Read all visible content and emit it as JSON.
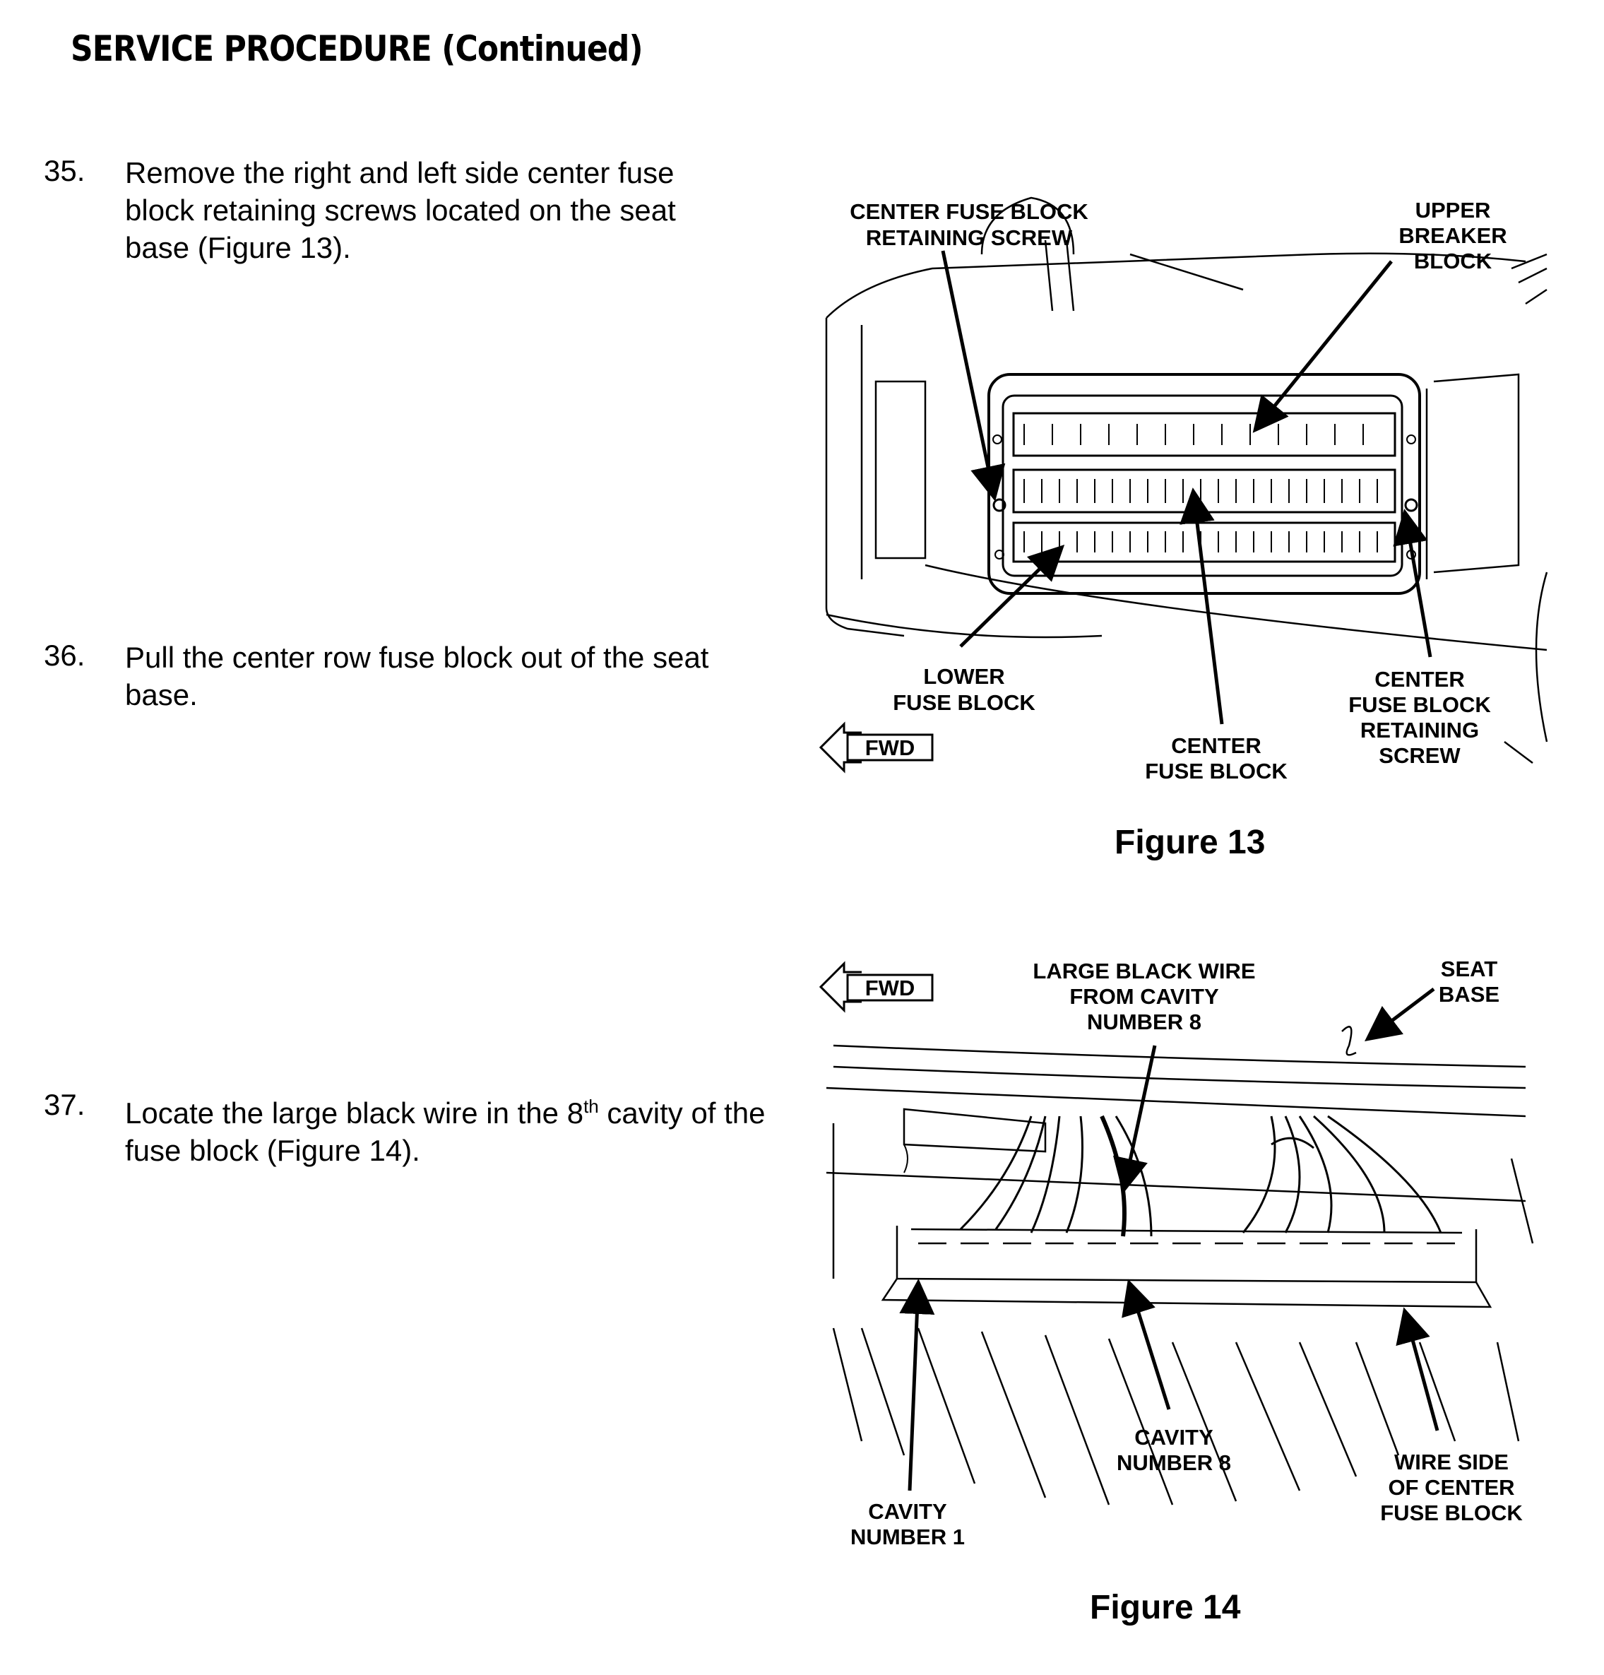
{
  "page": {
    "heading": "SERVICE PROCEDURE (Continued)"
  },
  "steps": [
    {
      "number": "35.",
      "text": "Remove the right and left side center fuse block retaining screws located on the seat base (Figure 13)."
    },
    {
      "number": "36.",
      "text": "Pull the center row fuse block out of the seat base."
    },
    {
      "number": "37.",
      "text_before": "Locate the large black wire in the 8",
      "superscript": "th",
      "text_after": " cavity of the fuse block (Figure 14)."
    }
  ],
  "figure13": {
    "caption": "Figure 13",
    "labels": {
      "screw_top_1": "CENTER FUSE BLOCK",
      "screw_top_2": "RETAINING SCREW",
      "upper_1": "UPPER",
      "upper_2": "BREAKER",
      "upper_3": "BLOCK",
      "lower_1": "LOWER",
      "lower_2": "FUSE BLOCK",
      "center_1": "CENTER",
      "center_2": "FUSE BLOCK",
      "screw_right_1": "CENTER",
      "screw_right_2": "FUSE BLOCK",
      "screw_right_3": "RETAINING",
      "screw_right_4": "SCREW",
      "fwd": "FWD"
    }
  },
  "figure14": {
    "caption": "Figure 14",
    "labels": {
      "fwd": "FWD",
      "wire_1": "LARGE BLACK WIRE",
      "wire_2": "FROM CAVITY",
      "wire_3": "NUMBER 8",
      "seat_1": "SEAT",
      "seat_2": "BASE",
      "cav1_1": "CAVITY",
      "cav1_2": "NUMBER 1",
      "cav8_1": "CAVITY",
      "cav8_2": "NUMBER 8",
      "wireside_1": "WIRE SIDE",
      "wireside_2": "OF CENTER",
      "wireside_3": "FUSE BLOCK"
    }
  }
}
